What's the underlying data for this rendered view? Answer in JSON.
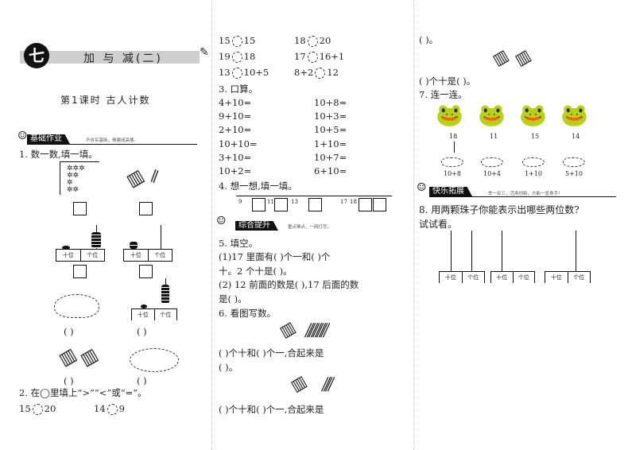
{
  "header": {
    "unit_badge": "七",
    "unit_title": "加 与 减(二)",
    "lesson_title": "第1课时  古人计数"
  },
  "section_basic": {
    "label": "基础作业",
    "motto": "不夯实基础，难建成高楼。"
  },
  "q1": {
    "title": "1. 数一数,填一填。",
    "place_tens": "十位",
    "place_ones": "个位",
    "paren": "(     )"
  },
  "q2": {
    "title": "2. 在◯里填上“>”“<”或“=”。",
    "rows": [
      [
        "15",
        "20",
        "14",
        "9"
      ],
      [
        "15",
        "15",
        "18",
        "20"
      ],
      [
        "19",
        "18",
        "17",
        "16+1"
      ],
      [
        "13",
        "10+5",
        "8+2",
        "12"
      ]
    ]
  },
  "q3": {
    "title": "3. 口算。",
    "left": [
      "4+10=",
      "9+10=",
      "2+10=",
      "10+10=",
      "3+10=",
      "10+2="
    ],
    "right": [
      "10+8=",
      "10+3=",
      "10+5=",
      "1+10=",
      "10+7=",
      "6+10="
    ]
  },
  "q4": {
    "title": "4. 想一想,填一填。",
    "labels": [
      "9",
      "11",
      "13",
      "17",
      "18"
    ]
  },
  "section_combo": {
    "label": "综合提升",
    "motto": "重点难点，一网打尽。"
  },
  "q5": {
    "title": "5. 填空。",
    "lines": [
      "(1)17 里面有(      )个一和(      )个",
      "十。2 个十是(      )。",
      "(2) 12 前面的数是(      ),17 后面的数",
      "是(      )。"
    ]
  },
  "q6": {
    "title": "6. 看图写数。",
    "line_a": "(      )个十和(      )个一,合起来是",
    "line_b": "(      )。",
    "line_c": "(      )个十和(      )个一,合起来是",
    "line_d": "(      )。",
    "line_e": "(      )个十是(      )。"
  },
  "q7": {
    "title": "7. 连一连。",
    "frogs": [
      "18",
      "11",
      "15",
      "14"
    ],
    "fish": [
      "10+8",
      "10+4",
      "1+10",
      "5+10"
    ]
  },
  "section_fun": {
    "label": "快乐拓展",
    "motto": "举一反三，活用创新，方能一显身手！"
  },
  "q8": {
    "title": "8. 用两颗珠子你能表示出哪些两位数?",
    "subtitle": "试试看。"
  }
}
